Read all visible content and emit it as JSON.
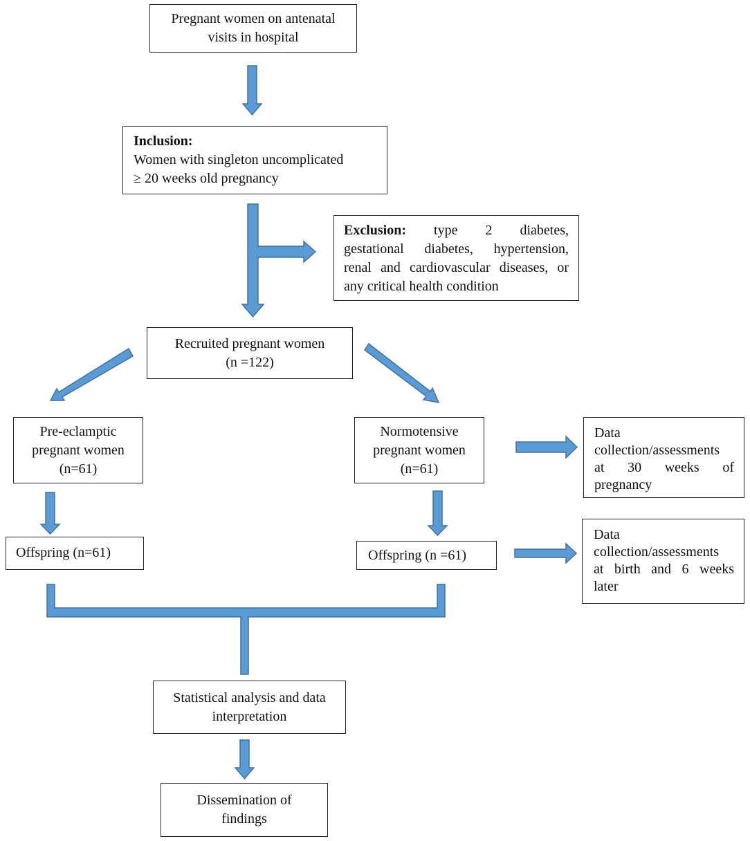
{
  "boxes": {
    "antenatal": {
      "line1": "Pregnant women on antenatal",
      "line2": "visits in hospital"
    },
    "inclusion": {
      "heading": "Inclusion:",
      "line1": "Women with singleton uncomplicated",
      "line2": "≥ 20 weeks old pregnancy"
    },
    "exclusion": {
      "heading": "Exclusion:",
      "line1_rest": "type 2 diabetes,",
      "line2": "gestational diabetes, hypertension,",
      "line3": "renal and cardiovascular diseases, or",
      "line4": "any critical health condition"
    },
    "recruited": {
      "line1": "Recruited pregnant women",
      "line2": "(n =122)"
    },
    "preeclamptic": {
      "line1": "Pre-eclamptic",
      "line2": "pregnant women",
      "line3": "(n=61)"
    },
    "normotensive": {
      "line1": "Normotensive",
      "line2": "pregnant women",
      "line3": "(n=61)"
    },
    "offspring_left": {
      "label": "Offspring (n=61)"
    },
    "offspring_right": {
      "label": "Offspring (n =61)"
    },
    "data_30wk": {
      "line1": "Data",
      "line2": "collection/assessments",
      "line3": "at 30 weeks of",
      "line4": "pregnancy"
    },
    "data_birth": {
      "line1": "Data",
      "line2": "collection/assessments",
      "line3": "at birth and 6 weeks",
      "line4": "later"
    },
    "analysis": {
      "line1": "Statistical analysis and data",
      "line2": "interpretation"
    },
    "dissemination": {
      "line1": "Dissemination of",
      "line2": "findings"
    }
  },
  "colors": {
    "arrow_fill": "#5b9bd5",
    "arrow_stroke": "#41719c",
    "box_border": "#222222"
  }
}
